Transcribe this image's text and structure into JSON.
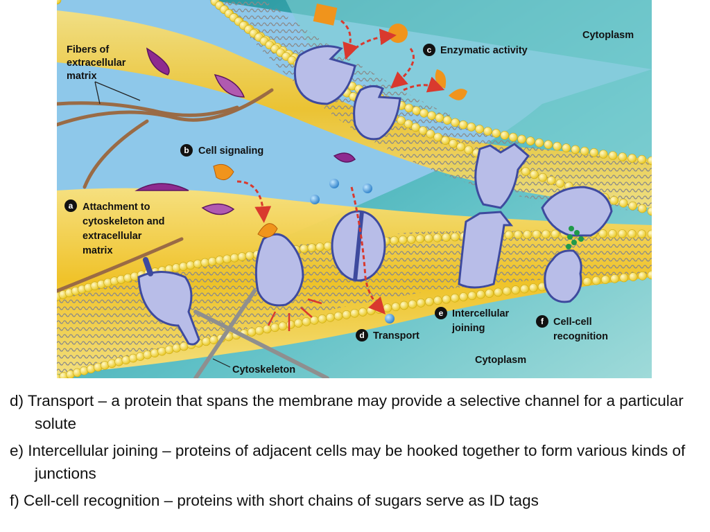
{
  "labels": {
    "fibers": [
      "Fibers of",
      "extracellular",
      "matrix"
    ],
    "cytoplasm_top": "Cytoplasm",
    "cytoplasm_bottom": "Cytoplasm",
    "cytoskeleton": "Cytoskeleton",
    "a": {
      "letter": "a",
      "lines": [
        "Attachment to",
        "cytoskeleton and",
        "extracellular",
        "matrix"
      ]
    },
    "b": {
      "letter": "b",
      "lines": [
        "Cell signaling"
      ]
    },
    "c": {
      "letter": "c",
      "lines": [
        "Enzymatic activity"
      ]
    },
    "d": {
      "letter": "d",
      "lines": [
        "Transport"
      ]
    },
    "e": {
      "letter": "e",
      "lines": [
        "Intercellular",
        "joining"
      ]
    },
    "f": {
      "letter": "f",
      "lines": [
        "Cell-cell",
        "recognition"
      ]
    }
  },
  "colors": {
    "extracellular": "#8ec8ea",
    "cytoplasm": "#2aa4ab",
    "membrane_head": "#f2de3c",
    "protein": "#b8bde8",
    "protein_edge": "#3e4a9e",
    "arrow": "#d9392e",
    "sky": "#eb7e14"
  },
  "caption": [
    "d) Transport – a protein that spans the membrane may provide a selective channel for a particular solute",
    "e) Intercellular joining – proteins of adjacent cells may be hooked together to form various kinds of junctions",
    "f) Cell-cell recognition – proteins with short chains of sugars serve as ID tags"
  ]
}
